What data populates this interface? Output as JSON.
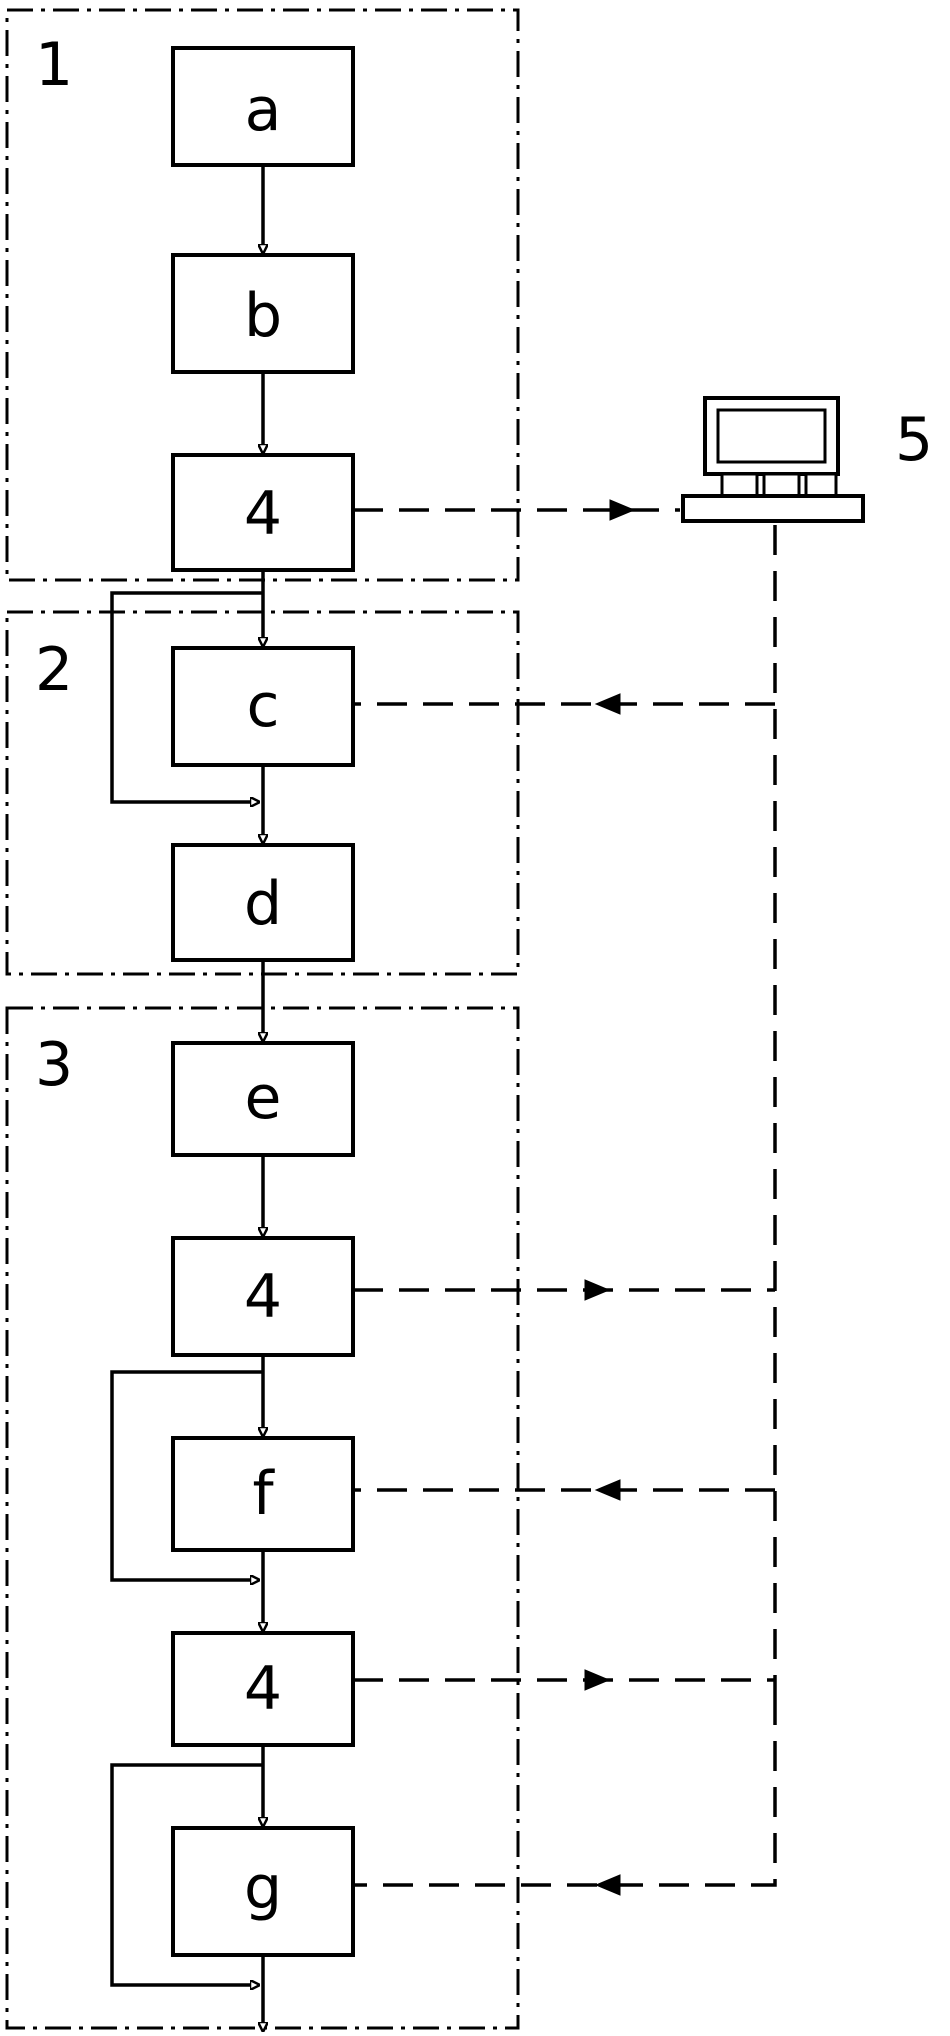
{
  "regions": [
    {
      "id": "region-1",
      "label": "1"
    },
    {
      "id": "region-2",
      "label": "2"
    },
    {
      "id": "region-3",
      "label": "3"
    }
  ],
  "boxes": [
    {
      "id": "box-a",
      "label": "a"
    },
    {
      "id": "box-b",
      "label": "b"
    },
    {
      "id": "box-4-first",
      "label": "4"
    },
    {
      "id": "box-c",
      "label": "c"
    },
    {
      "id": "box-d",
      "label": "d"
    },
    {
      "id": "box-e",
      "label": "e"
    },
    {
      "id": "box-4-second",
      "label": "4"
    },
    {
      "id": "box-f",
      "label": "f"
    },
    {
      "id": "box-4-third",
      "label": "4"
    },
    {
      "id": "box-g",
      "label": "g"
    }
  ],
  "computer": {
    "label": "5",
    "icon": "computer-icon"
  }
}
